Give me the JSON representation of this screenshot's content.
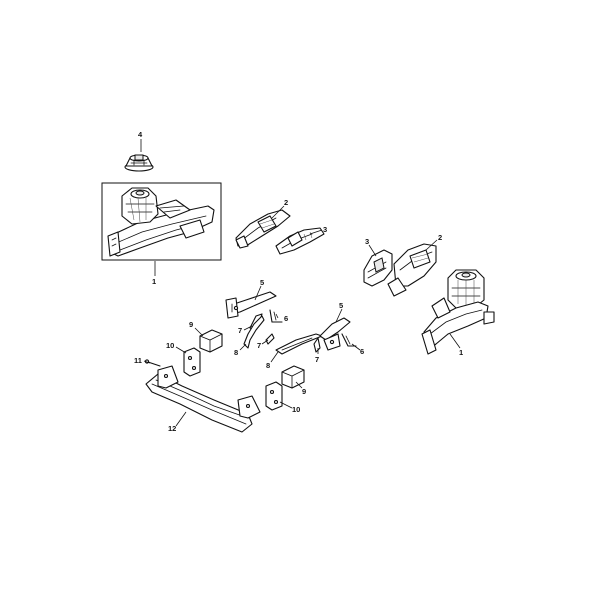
{
  "callouts": {
    "c1a": "1",
    "c1b": "1",
    "c2a": "2",
    "c2b": "2",
    "c3a": "3",
    "c3b": "3",
    "c4": "4",
    "c5a": "5",
    "c5b": "5",
    "c6a": "6",
    "c6b": "6",
    "c7a": "7",
    "c7b": "7",
    "c7c": "7",
    "c8a": "8",
    "c8b": "8",
    "c9a": "9",
    "c9b": "9",
    "c10a": "10",
    "c10b": "10",
    "c11": "11",
    "c12": "12"
  }
}
